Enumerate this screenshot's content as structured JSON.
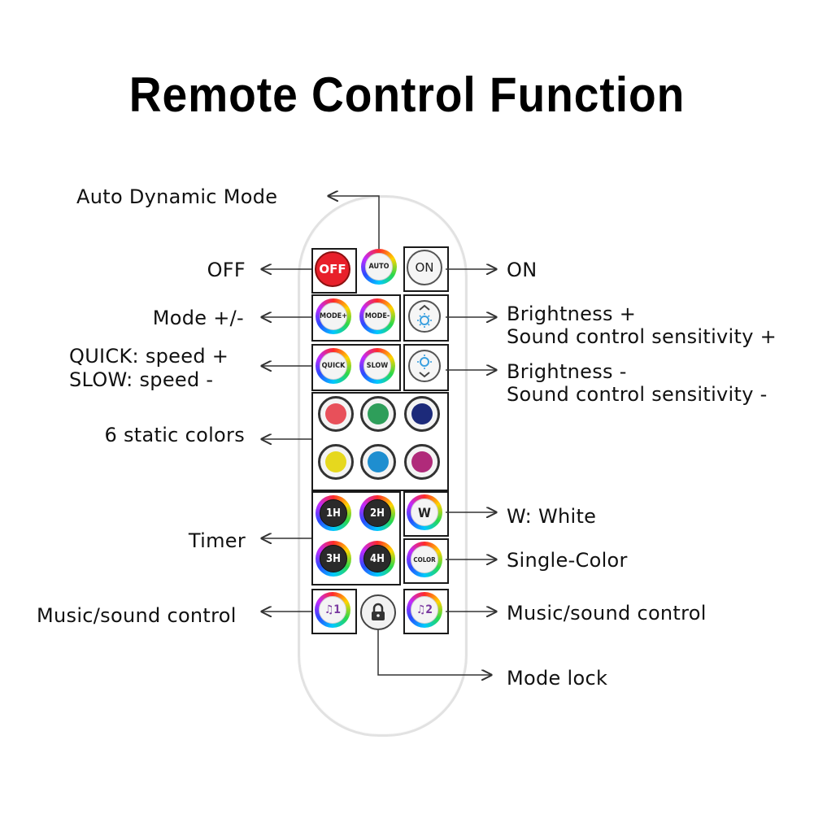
{
  "title": "Remote Control Function",
  "labels": {
    "auto": "Auto Dynamic Mode",
    "off": "OFF",
    "on": "ON",
    "mode": "Mode +/-",
    "brightness_up_1": "Brightness +",
    "brightness_up_2": "Sound control sensitivity +",
    "speed_1": "QUICK: speed +",
    "speed_2": "SLOW: speed -",
    "brightness_down_1": "Brightness -",
    "brightness_down_2": "Sound control sensitivity -",
    "static_colors": "6 static colors",
    "white": "W: White",
    "timer": "Timer",
    "single_color": "Single-Color",
    "music_left": "Music/sound control",
    "music_right": "Music/sound control",
    "mode_lock": "Mode lock"
  },
  "buttons": {
    "off": "OFF",
    "auto": "AUTO",
    "on": "ON",
    "mode_plus": "MODE+",
    "mode_minus": "MODE-",
    "quick": "QUICK",
    "slow": "SLOW",
    "timer_1": "1H",
    "timer_2": "2H",
    "timer_3": "3H",
    "timer_4": "4H",
    "white": "W",
    "color": "COLOR",
    "music_1": "♫1",
    "music_2": "♫2"
  },
  "static_colors": [
    "#e8505a",
    "#2e9e5a",
    "#1c2a7a",
    "#e6d81e",
    "#1e8ed0",
    "#b02a7a"
  ],
  "colors": {
    "off_red": "#e8202a",
    "frame": "#1a1a1a",
    "arrow": "#333333"
  }
}
